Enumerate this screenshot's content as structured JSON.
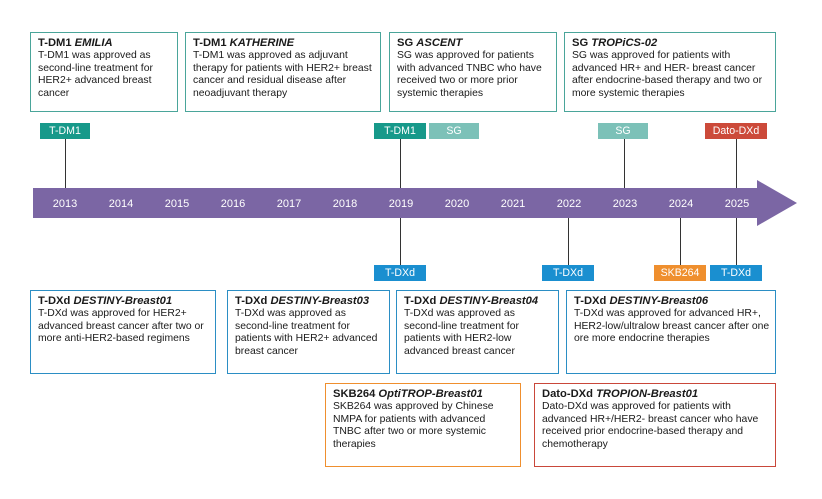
{
  "colors": {
    "arrow": "#7b66a4",
    "year_text": "#ffffff",
    "tdm1": "#17998a",
    "sg": "#7cc1b8",
    "tdxd": "#1a8fd0",
    "skb264": "#ef8f2e",
    "datodxd": "#cc4a3a"
  },
  "years": [
    "2013",
    "2014",
    "2015",
    "2016",
    "2017",
    "2018",
    "2019",
    "2020",
    "2021",
    "2022",
    "2023",
    "2024",
    "2025"
  ],
  "tags": {
    "tdm1_2013": "T-DM1",
    "tdm1_2019": "T-DM1",
    "sg_2020": "SG",
    "sg_2023": "SG",
    "datodxd_2025": "Dato-DXd",
    "tdxd_2019": "T-DXd",
    "tdxd_2022": "T-DXd",
    "skb264_2024": "SKB264",
    "tdxd_2025": "T-DXd"
  },
  "boxes": {
    "emilia": {
      "drug": "T-DM1",
      "trial": "EMILIA",
      "desc": "T-DM1 was approved as second-line treatment for HER2+ advanced breast cancer"
    },
    "katherine": {
      "drug": "T-DM1",
      "trial": "KATHERINE",
      "desc": "T-DM1 was approved as adjuvant therapy for patients with HER2+ breast cancer and residual disease after neoadjuvant therapy"
    },
    "ascent": {
      "drug": "SG",
      "trial": "ASCENT",
      "desc": "SG was approved for patients with advanced TNBC who have received two or more prior systemic therapies"
    },
    "tropics": {
      "drug": "SG",
      "trial": "TROPiCS-02",
      "desc": "SG was approved for patients with advanced HR+ and HER- breast cancer after endocrine-based therapy and two or more systemic therapies"
    },
    "db01": {
      "drug": "T-DXd",
      "trial": "DESTINY-Breast01",
      "desc": "T-DXd was approved for HER2+ advanced breast cancer after two or more anti-HER2-based regimens"
    },
    "db03": {
      "drug": "T-DXd",
      "trial": "DESTINY-Breast03",
      "desc": "T-DXd was approved as second-line treatment for patients with HER2+ advanced breast cancer"
    },
    "db04": {
      "drug": "T-DXd",
      "trial": "DESTINY-Breast04",
      "desc": "T-DXd was approved as second-line treatment for patients with HER2-low advanced breast cancer"
    },
    "db06": {
      "drug": "T-DXd",
      "trial": "DESTINY-Breast06",
      "desc": "T-DXd was approved for advanced HR+, HER2-low/ultralow breast cancer after one ore more endocrine therapies"
    },
    "optitrop": {
      "drug": "SKB264",
      "trial": "OptiTROP-Breast01",
      "desc": "SKB264 was approved by Chinese NMPA for patients with advanced TNBC after two or more systemic therapies"
    },
    "tropion": {
      "drug": "Dato-DXd",
      "trial": "TROPION-Breast01",
      "desc": "Dato-DXd was approved for patients with advanced HR+/HER2- breast cancer who have received prior endocrine-based therapy and chemotherapy"
    }
  }
}
